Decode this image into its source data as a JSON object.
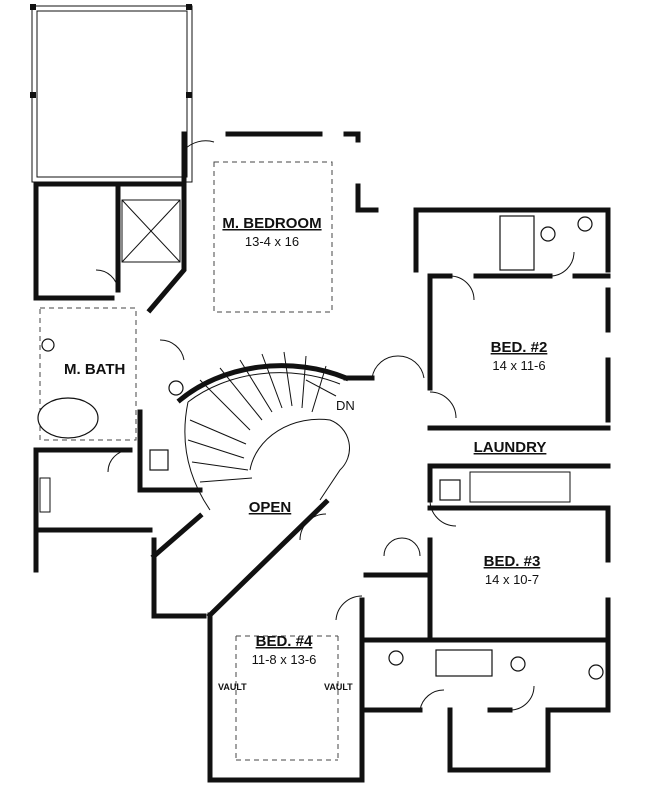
{
  "rooms": {
    "master_bedroom": {
      "name": "M. BEDROOM",
      "dims": "13-4 x 16"
    },
    "master_bath": {
      "name": "M. BATH"
    },
    "bed2": {
      "name": "BED. #2",
      "dims": "14 x 11-6"
    },
    "laundry": {
      "name": "LAUNDRY"
    },
    "bed3": {
      "name": "BED. #3",
      "dims": "14 x 10-7"
    },
    "bed4": {
      "name": "BED. #4",
      "dims": "11-8 x 13-6"
    },
    "open": {
      "name": "OPEN"
    }
  },
  "annotations": {
    "stair_down": "DN",
    "vault_left": "VAULT",
    "vault_right": "VAULT"
  },
  "colors": {
    "line": "#111111",
    "background": "#ffffff"
  }
}
